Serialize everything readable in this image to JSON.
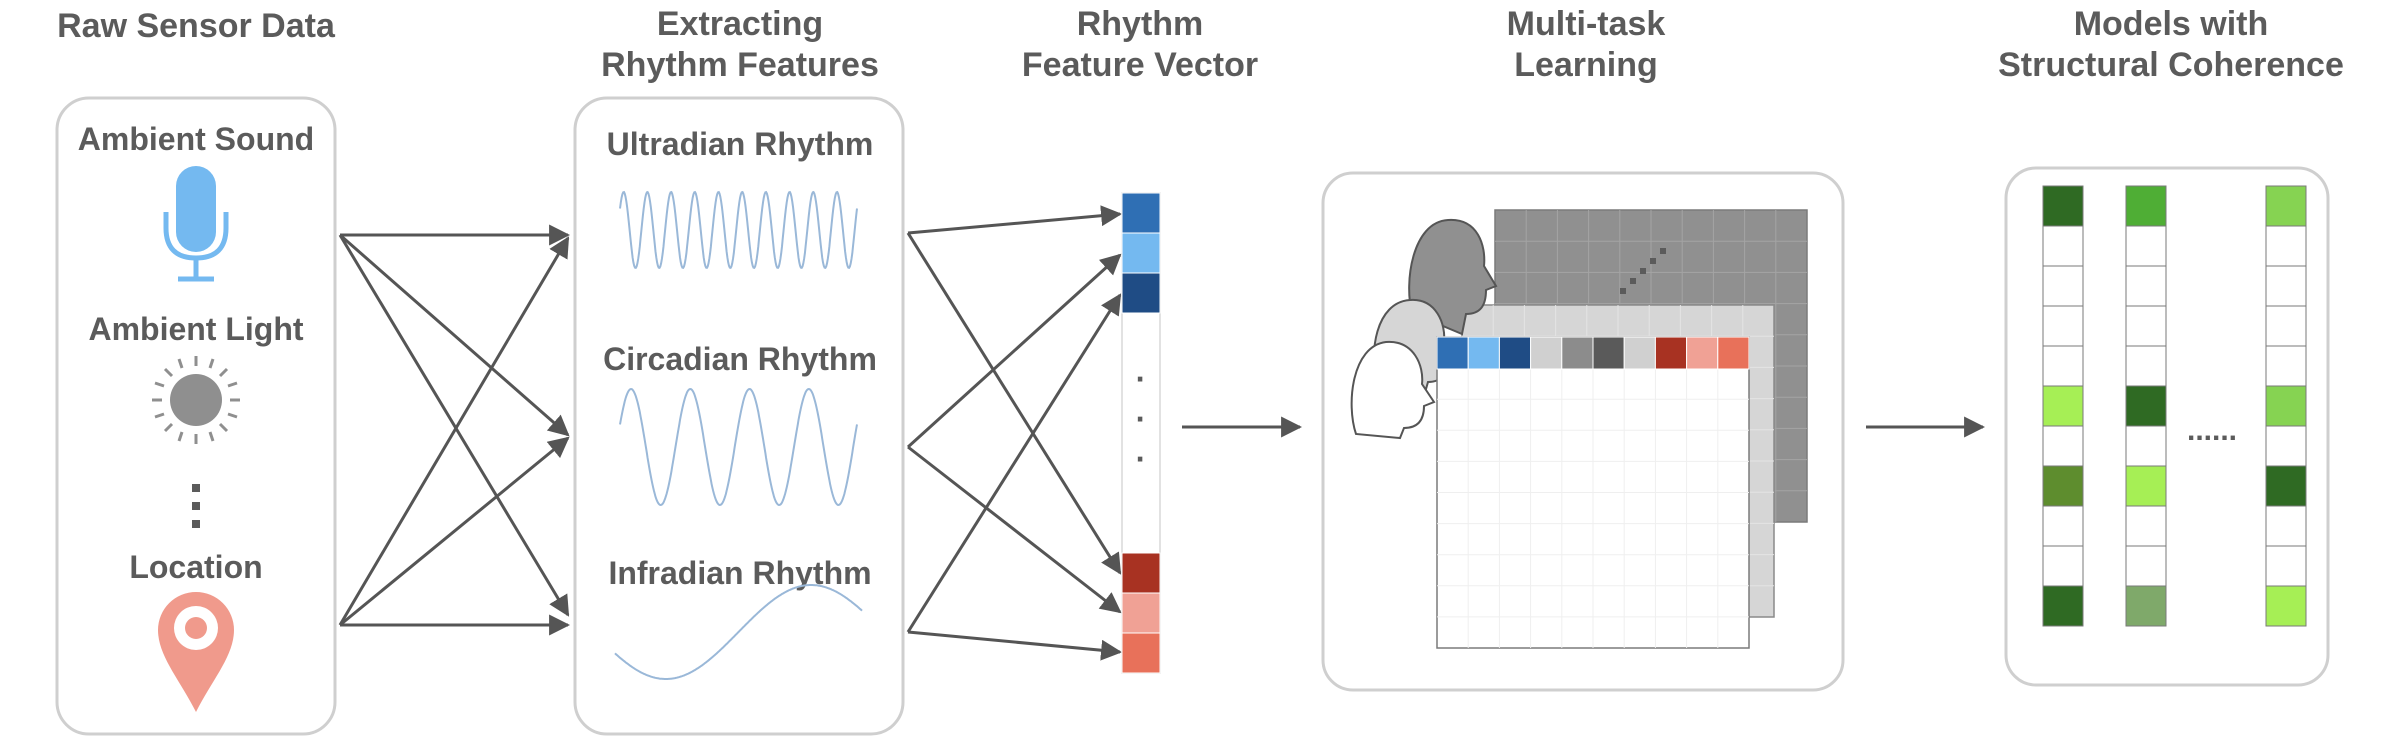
{
  "sections": {
    "raw": {
      "line1": "Raw Sensor Data"
    },
    "extract": {
      "line1": "Extracting",
      "line2": "Rhythm Features"
    },
    "vector": {
      "line1": "Rhythm",
      "line2": "Feature Vector"
    },
    "mtl": {
      "line1": "Multi-task",
      "line2": "Learning"
    },
    "models": {
      "line1": "Models with",
      "line2": "Structural Coherence"
    }
  },
  "sensors": {
    "sound": "Ambient Sound",
    "light": "Ambient Light",
    "location": "Location",
    "ellipsis": "⋮"
  },
  "rhythms": {
    "ultradian": "Ultradian Rhythm",
    "circadian": "Circadian  Rhythm",
    "infradian": "Infradian Rhythm"
  },
  "feature_vector": {
    "top_colors": [
      "#2f6fb4",
      "#74b9f0",
      "#1f4c85"
    ],
    "bottom_colors": [
      "#a83222",
      "#f0a195",
      "#e8715a"
    ],
    "dots": "·"
  },
  "mtl_header_colors": [
    "#2f6fb4",
    "#74b9f0",
    "#1f4c85",
    "#d0d0d0",
    "#8c8c8c",
    "#5a5a5a",
    "#d0d0d0",
    "#a83222",
    "#f0a195",
    "#e8715a"
  ],
  "models": {
    "ellipsis": "......",
    "columns": [
      [
        "#2f6a23",
        "#ffffff",
        "#ffffff",
        "#ffffff",
        "#ffffff",
        "#a6ef55",
        "#ffffff",
        "#5e8d2e",
        "#ffffff",
        "#ffffff",
        "#2f6a23"
      ],
      [
        "#4fae35",
        "#ffffff",
        "#ffffff",
        "#ffffff",
        "#ffffff",
        "#2f6a23",
        "#ffffff",
        "#a6ef55",
        "#ffffff",
        "#ffffff",
        "#7fa96a"
      ],
      [
        "#86d352",
        "#ffffff",
        "#ffffff",
        "#ffffff",
        "#ffffff",
        "#86d352",
        "#ffffff",
        "#2f6a23",
        "#ffffff",
        "#ffffff",
        "#a6ef55"
      ]
    ]
  },
  "colors": {
    "text": "#5b5b5b",
    "arrow": "#555555",
    "microphone": "#74b9f0",
    "sun": "#8f8f8f",
    "location_pin": "#f09a8c",
    "wave": "#9ab8d8"
  }
}
